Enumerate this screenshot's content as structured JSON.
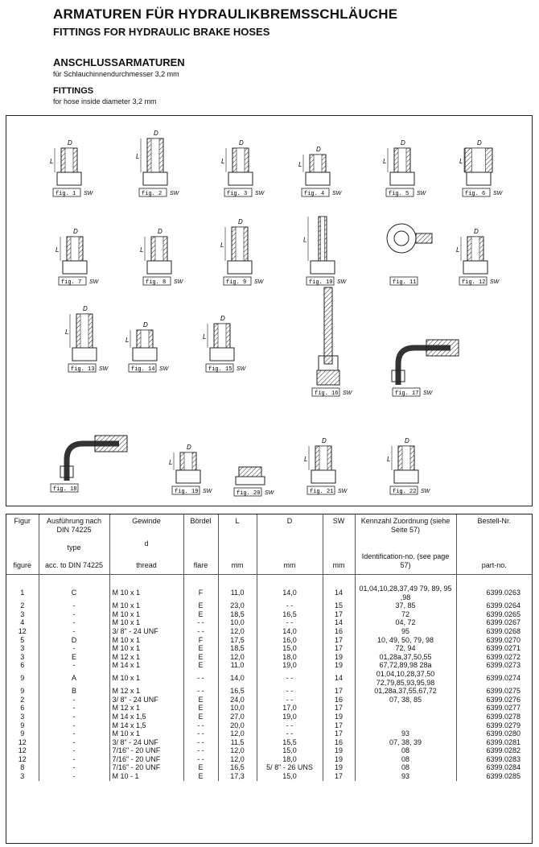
{
  "header": {
    "title_de": "ARMATUREN FÜR HYDRAULIKBREMSSCHLÄUCHE",
    "title_en": "FITTINGS FOR HYDRAULIC BRAKE HOSES",
    "section_de": "ANSCHLUSSARMATUREN",
    "section_de_note": "für Schlauchinnendurchmesser 3,2 mm",
    "section_en": "FITTINGS",
    "section_en_note": "for hose inside diameter 3,2 mm"
  },
  "figures": [
    "fig. 1",
    "fig. 2",
    "fig. 3",
    "fig. 4",
    "fig. 5",
    "fig. 6",
    "fig. 7",
    "fig. 8",
    "fig. 9",
    "fig. 10",
    "fig. 11",
    "fig. 12",
    "fig. 13",
    "fig. 14",
    "fig. 15",
    "fig. 16",
    "fig. 17",
    "fig. 18",
    "fig. 19",
    "fig. 20",
    "fig. 21",
    "fig. 22"
  ],
  "figure_labels": {
    "sw": "SW",
    "l": "L",
    "d_upper": "D",
    "d_lower": "d"
  },
  "table": {
    "headers": {
      "figur": {
        "de": "Figur",
        "en": "figure"
      },
      "ausfuehrung": {
        "de": "Ausführung nach DIN 74225",
        "mid": "type",
        "en": "acc. to DIN 74225"
      },
      "gewinde": {
        "de": "Gewinde",
        "mid": "d",
        "en": "thread"
      },
      "boerdel": {
        "de": "Bördel",
        "en": "flare"
      },
      "l": {
        "de": "L",
        "en": "mm"
      },
      "d": {
        "de": "D",
        "en": "mm"
      },
      "sw": {
        "de": "SW",
        "en": "mm"
      },
      "kennzahl": {
        "de": "Kennzahl Zuordnung (siehe Seite 57)",
        "en": "Identification-no. (see page 57)"
      },
      "bestell": {
        "de": "Bestell-Nr.",
        "en": "part-no."
      }
    },
    "rows": [
      {
        "fig": "1",
        "type": "C",
        "thread": "M 10 x 1",
        "flare": "F",
        "l": "11,0",
        "d": "14,0",
        "sw": "14",
        "ident": "01,04,10,28,37,49 79, 89, 95 ,98",
        "part": "6399.0263"
      },
      {
        "fig": "2",
        "type": "-",
        "thread": "M 10 x 1",
        "flare": "E",
        "l": "23,0",
        "d": "- -",
        "sw": "15",
        "ident": "37, 85",
        "part": "6399.0264"
      },
      {
        "fig": "3",
        "type": "-",
        "thread": "M 10 x 1",
        "flare": "E",
        "l": "18,5",
        "d": "16,5",
        "sw": "17",
        "ident": "72",
        "part": "6399.0265"
      },
      {
        "fig": "4",
        "type": "-",
        "thread": "M 10 x 1",
        "flare": "- -",
        "l": "10,0",
        "d": "- -",
        "sw": "14",
        "ident": "04, 72",
        "part": "6399.0267"
      },
      {
        "fig": "12",
        "type": "-",
        "thread": "3/ 8\" - 24 UNF",
        "flare": "- -",
        "l": "12,0",
        "d": "14,0",
        "sw": "16",
        "ident": "95",
        "part": "6399.0268"
      },
      {
        "fig": "5",
        "type": "D",
        "thread": "M 10 x 1",
        "flare": "F",
        "l": "17,5",
        "d": "16,0",
        "sw": "17",
        "ident": "10, 49, 50, 79, 98",
        "part": "6399.0270"
      },
      {
        "fig": "3",
        "type": "-",
        "thread": "M 10 x 1",
        "flare": "E",
        "l": "18,5",
        "d": "15,0",
        "sw": "17",
        "ident": "72, 94",
        "part": "6399.0271"
      },
      {
        "fig": "3",
        "type": "E",
        "thread": "M 12 x 1",
        "flare": "E",
        "l": "12,0",
        "d": "18,0",
        "sw": "19",
        "ident": "01,28a,37,50,55",
        "part": "6399.0272"
      },
      {
        "fig": "6",
        "type": "-",
        "thread": "M 14 x 1",
        "flare": "E",
        "l": "11,0",
        "d": "19,0",
        "sw": "19",
        "ident": "67,72,89,98 28a",
        "part": "6399.0273"
      },
      {
        "fig": "9",
        "type": "A",
        "thread": "M 10 x 1",
        "flare": "- -",
        "l": "14,0",
        "d": "- -",
        "sw": "14",
        "ident": "01,04,10,28,37,50 72,79,85,93,95,98",
        "part": "6399.0274"
      },
      {
        "fig": "9",
        "type": "B",
        "thread": "M 12 x 1",
        "flare": "- -",
        "l": "16,5",
        "d": "- -",
        "sw": "17",
        "ident": "01,28a,37,55,67,72",
        "part": "6399.0275"
      },
      {
        "fig": "2",
        "type": "-",
        "thread": "3/ 8\" - 24 UNF",
        "flare": "E",
        "l": "24,0",
        "d": "- -",
        "sw": "16",
        "ident": "07, 38, 85",
        "part": "6399.0276"
      },
      {
        "fig": "6",
        "type": "-",
        "thread": "M 12 x 1",
        "flare": "E",
        "l": "10,0",
        "d": "17,0",
        "sw": "17",
        "ident": "",
        "part": "6399.0277"
      },
      {
        "fig": "3",
        "type": "-",
        "thread": "M 14 x 1,5",
        "flare": "E",
        "l": "27,0",
        "d": "19,0",
        "sw": "19",
        "ident": "",
        "part": "6399.0278"
      },
      {
        "fig": "9",
        "type": "-",
        "thread": "M 14 x 1,5",
        "flare": "- -",
        "l": "20,0",
        "d": "- -",
        "sw": "17",
        "ident": "",
        "part": "6399.0279"
      },
      {
        "fig": "9",
        "type": "-",
        "thread": "M 10 x 1",
        "flare": "- -",
        "l": "12,0",
        "d": "- -",
        "sw": "17",
        "ident": "93",
        "part": "6399.0280"
      },
      {
        "fig": "12",
        "type": "-",
        "thread": "3/ 8\" - 24 UNF",
        "flare": "- -",
        "l": "11,5",
        "d": "15,5",
        "sw": "16",
        "ident": "07, 38, 39",
        "part": "6399.0281"
      },
      {
        "fig": "12",
        "type": "-",
        "thread": "7/16\" - 20 UNF",
        "flare": "- -",
        "l": "12,0",
        "d": "15,0",
        "sw": "19",
        "ident": "08",
        "part": "6399.0282"
      },
      {
        "fig": "12",
        "type": "-",
        "thread": "7/16\" - 20 UNF",
        "flare": "- -",
        "l": "12,0",
        "d": "18,0",
        "sw": "19",
        "ident": "08",
        "part": "6399.0283"
      },
      {
        "fig": "8",
        "type": "-",
        "thread": "7/16\" - 20 UNF",
        "flare": "E",
        "l": "16,5",
        "d": "5/ 8\" - 26 UNS",
        "sw": "19",
        "ident": "08",
        "part": "6399.0284"
      },
      {
        "fig": "3",
        "type": "-",
        "thread": "M 10 - 1",
        "flare": "E",
        "l": "17,3",
        "d": "15,0",
        "sw": "17",
        "ident": "93",
        "part": "6399.0285"
      }
    ]
  }
}
